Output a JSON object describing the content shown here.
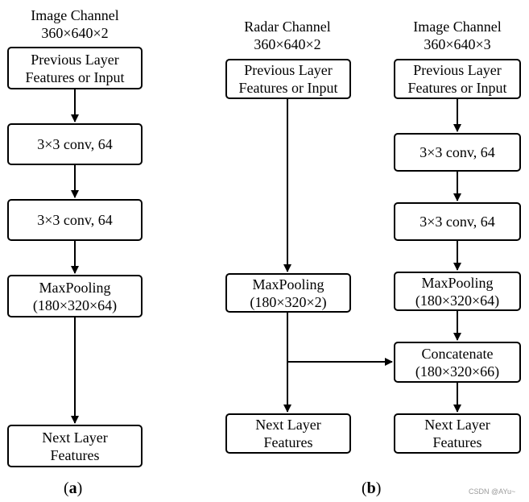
{
  "panel_a": {
    "header": {
      "line1": "Image Channel",
      "line2": "360×640×2"
    },
    "blocks": {
      "input": {
        "line1": "Previous Layer",
        "line2": "Features or Input"
      },
      "conv1": {
        "line1": "3×3 conv, 64"
      },
      "conv2": {
        "line1": "3×3 conv, 64"
      },
      "pool": {
        "line1": "MaxPooling",
        "line2": "(180×320×64)"
      },
      "output": {
        "line1": "Next Layer",
        "line2": "Features"
      }
    },
    "label": {
      "open": "(",
      "letter": "a",
      "close": ")"
    }
  },
  "panel_b": {
    "radar_header": {
      "line1": "Radar Channel",
      "line2": "360×640×2"
    },
    "image_header": {
      "line1": "Image Channel",
      "line2": "360×640×3"
    },
    "radar_blocks": {
      "input": {
        "line1": "Previous Layer",
        "line2": "Features or Input"
      },
      "pool": {
        "line1": "MaxPooling",
        "line2": "(180×320×2)"
      },
      "output": {
        "line1": "Next Layer",
        "line2": "Features"
      }
    },
    "image_blocks": {
      "input": {
        "line1": "Previous Layer",
        "line2": "Features or Input"
      },
      "conv1": {
        "line1": "3×3 conv, 64"
      },
      "conv2": {
        "line1": "3×3 conv, 64"
      },
      "pool": {
        "line1": "MaxPooling",
        "line2": "(180×320×64)"
      },
      "concat": {
        "line1": "Concatenate",
        "line2": "(180×320×66)"
      },
      "output": {
        "line1": "Next Layer",
        "line2": "Features"
      }
    },
    "label": {
      "open": "(",
      "letter": "b",
      "close": ")"
    }
  },
  "watermark": "CSDN @AYu~"
}
